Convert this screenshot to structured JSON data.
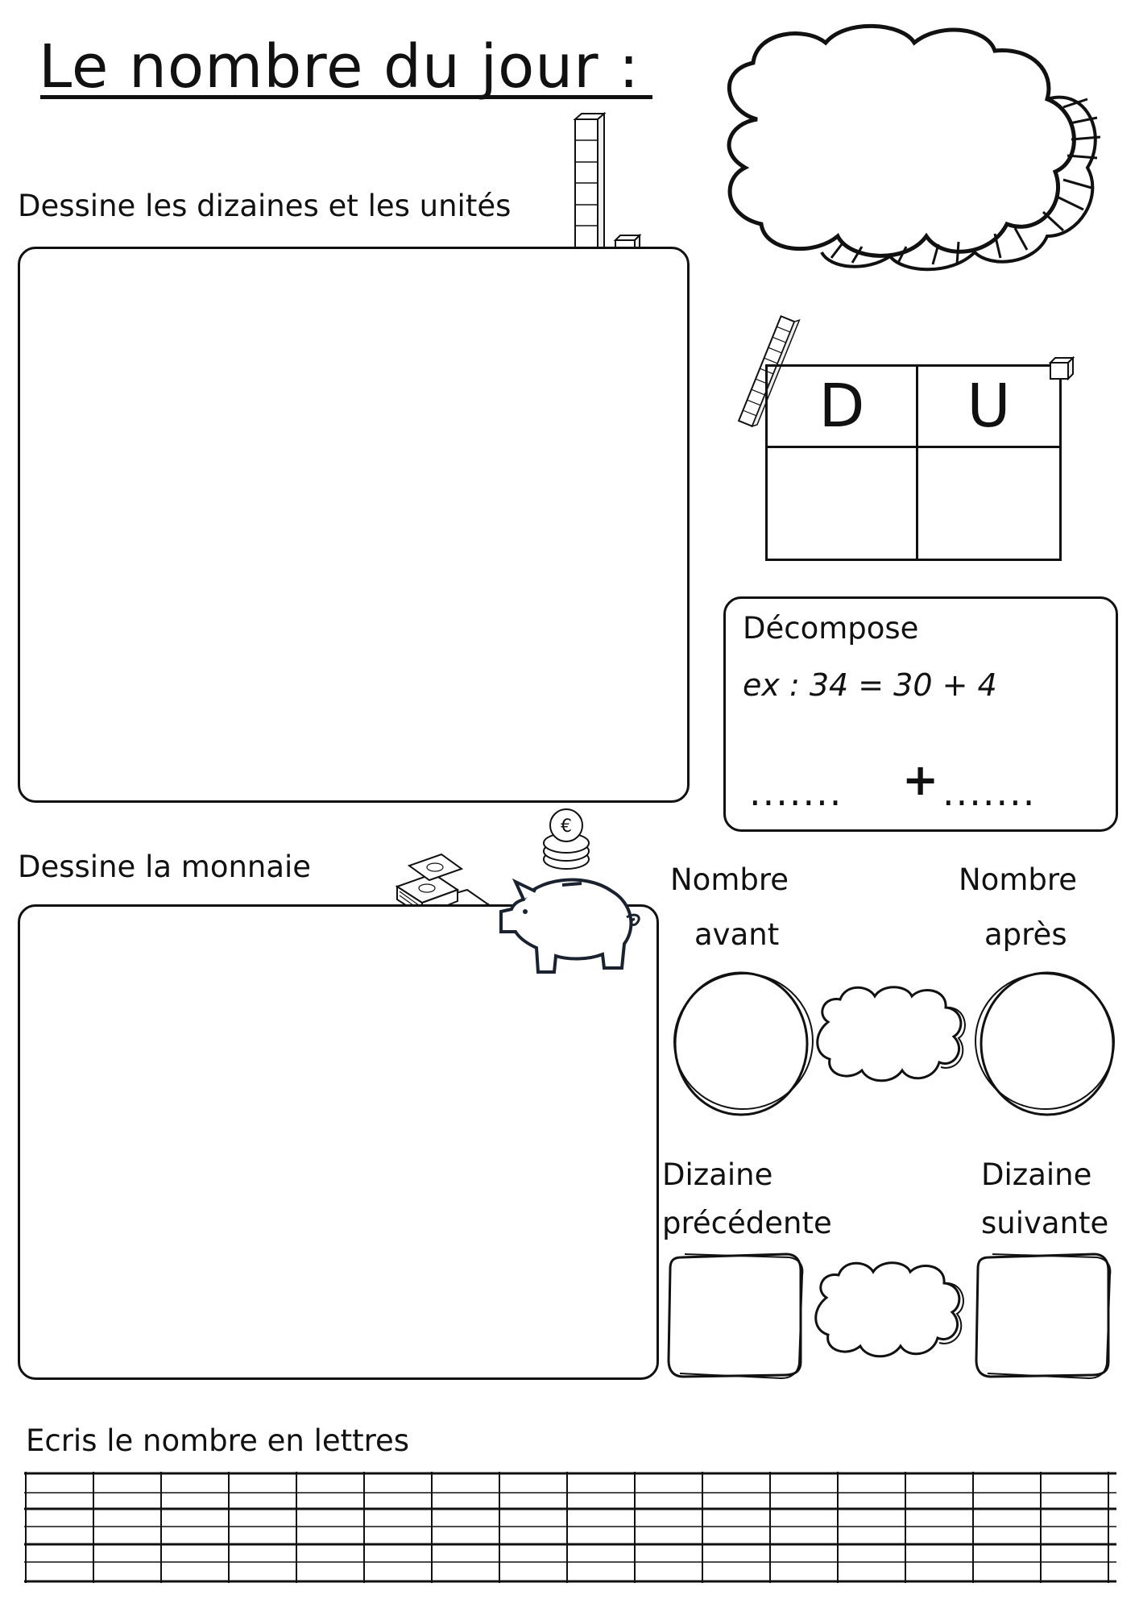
{
  "title": "Le nombre du jour :",
  "sections": {
    "tens_units": "Dessine les dizaines et les unités",
    "money": "Dessine la monnaie",
    "write_letters": "Ecris le nombre en lettres"
  },
  "du_table": {
    "tens_header": "D",
    "units_header": "U"
  },
  "decompose": {
    "title": "Décompose",
    "example": "ex : 34 = 30 + 4",
    "blank_left": ".......",
    "plus": "+",
    "blank_right": "......."
  },
  "neighbors": {
    "before_line1": "Nombre",
    "before_line2": "avant",
    "after_line1": "Nombre",
    "after_line2": "après",
    "prev_ten_line1": "Dizaine",
    "prev_ten_line2": "précédente",
    "next_ten_line1": "Dizaine",
    "next_ten_line2": "suivante"
  },
  "icons": {
    "ten_rod": "ten-rod-icon",
    "unit_cube": "unit-cube-icon",
    "banknotes": "banknotes-icon",
    "coins": "euro-coins-icon",
    "piggy": "piggy-bank-icon",
    "coin_symbol": "€"
  }
}
